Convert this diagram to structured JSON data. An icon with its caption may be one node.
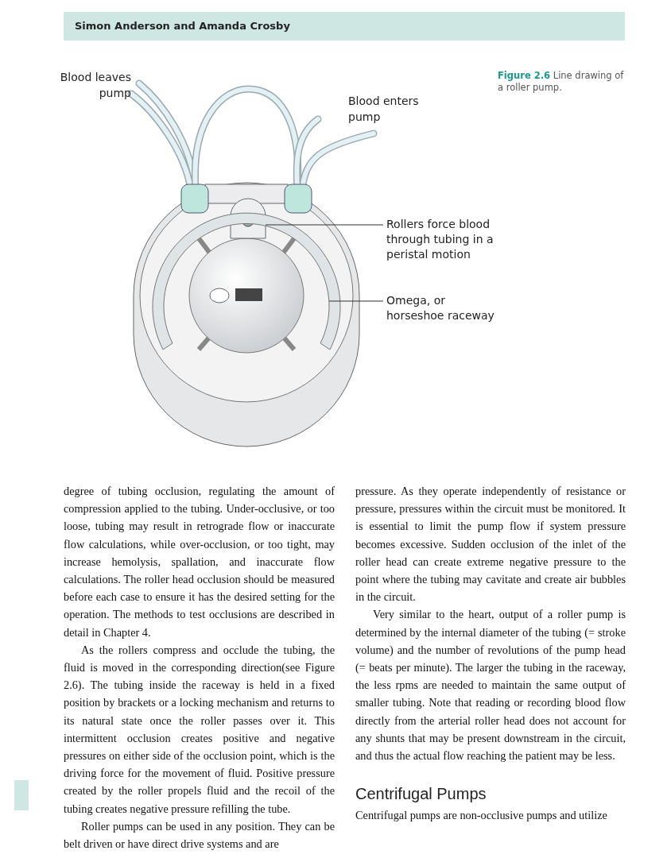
{
  "diagram": {
    "caption": "**Figure 2.6** Line drawing of a roller pump.",
    "nodes": [
      {
        "text": [
          "Rollers force blood through tubing in a peristal motion"
        ]
      },
      {
        "text": [],
        "shape": "picture"
      },
      {
        "text": [
          "Omega, or horseshoe raceway"
        ]
      },
      {
        "text": [],
        "shape": "picture"
      }
    ],
    "edges": [
      {
        "from": 0,
        "to": 1,
        "arrow": "none"
      },
      {
        "from": 2,
        "to": 3,
        "arrow": "none"
      }
    ],
    "labels": [
      "Simon Anderson and Amanda Crosby",
      "Blood leaves pump",
      "Blood enters pump",
      "degree of tubing occlusion, regulating the amount of compression applied to the tubing. Under-occlusive, or too loose, tubing may result in retrograde flow or inaccurate flow calculations, while over-occlusion, or too tight, may increase hemolysis, spallation, and inaccurate flow calculations. The roller head occlusion should be measured before each case to ensure it has the desired setting for the operation. The methods to test occlusions are described in detail in Chapter 4.",
      "As the rollers compress and occlude the tubing, the fluid is moved in the corresponding direction(see Figure 2.6). The tubing inside the raceway is held in a fixed position by brackets or a locking mechanism and returns to its natural state once the roller passes over it. This intermittent occlusion creates positive and negative pressures on either side of the occlusion point, which is the driving force for the movement of fluid. Positive pressure created by the roller propels fluid and the recoil of the tubing creates negative pressure refilling the tube.",
      "Roller pumps can be used in any position. They can be belt driven or have direct drive systems and are",
      "pressure. As they operate independently of resistance or pressure, pressures within the circuit must be monitored. It is essential to limit the pump flow if system pressure becomes excessive. Sudden occlusion of the inlet of the roller head can create extreme negative pressure to the point where the tubing may cavitate and create air bubbles in the circuit.",
      "Very similar to the heart, output of a roller pump is determined by the internal diameter of the tubing (= stroke volume) and the number of revolutions of the pump head (= beats per minute). The larger the tubing in the raceway, the less rpms are needed to maintain the same output of smaller tubing. Note that reading or recording blood flow directly from the arterial roller head does not account for any shunts that may be present downstream in the circuit, and thus the actual flow reaching the patient may be less.",
      "Centrifugal Pumps",
      "Centrifugal pumps are non-occlusive pumps and utilize"
    ]
  }
}
